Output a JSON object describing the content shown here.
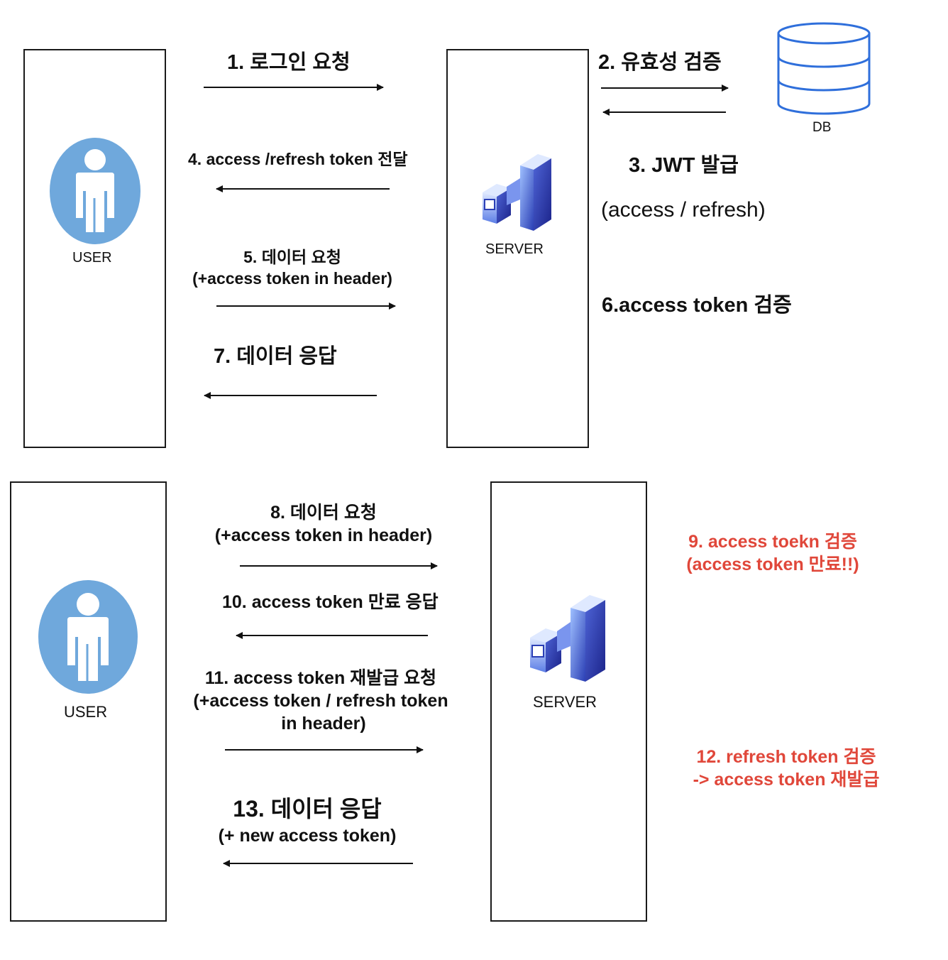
{
  "colors": {
    "user_icon": "#6fa8dc",
    "db_stroke": "#2f6fdb",
    "server_dark": "#2233aa",
    "server_light": "#aac4ff",
    "note_red": "#e0473a"
  },
  "icons": {
    "user": "user-icon",
    "server": "server-icon",
    "database": "database-icon"
  },
  "top": {
    "user_label": "USER",
    "server_label": "SERVER",
    "db_label": "DB",
    "step1": "1. 로그인 요청",
    "step2": "2. 유효성 검증",
    "step3": "3. JWT 발급",
    "step3_sub": "(access / refresh)",
    "step4": "4. access /refresh token  전달",
    "step5_line1": "5. 데이터 요청",
    "step5_line2": "(+access token in header)",
    "step6": "6.access token 검증",
    "step7": "7. 데이터 응답"
  },
  "bottom": {
    "user_label": "USER",
    "server_label": "SERVER",
    "step8_line1": "8. 데이터 요청",
    "step8_line2": "(+access token in header)",
    "step9_line1": "9. access toekn 검증",
    "step9_line2": "(access token 만료!!)",
    "step10": "10. access token 만료 응답",
    "step11_line1": "11. access token 재발급 요청",
    "step11_line2": "(+access token / refresh token",
    "step11_line3": "in header)",
    "step12_line1": "12. refresh token 검증",
    "step12_line2": "-> access token 재발급",
    "step13_line1": "13. 데이터 응답",
    "step13_line2": "(+ new access token)"
  }
}
